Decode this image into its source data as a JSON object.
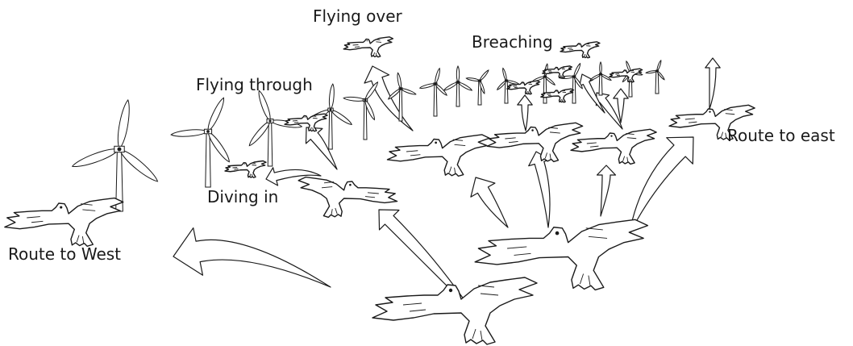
{
  "labels": {
    "flying_over": "Flying over",
    "breaching": "Breaching",
    "flying_through": "Flying through",
    "diving_in": "Diving in",
    "route_to_east": "Route to east",
    "route_to_west": "Route to West"
  },
  "colors": {
    "ink": "#1a1a1a",
    "fill": "#ffffff"
  }
}
